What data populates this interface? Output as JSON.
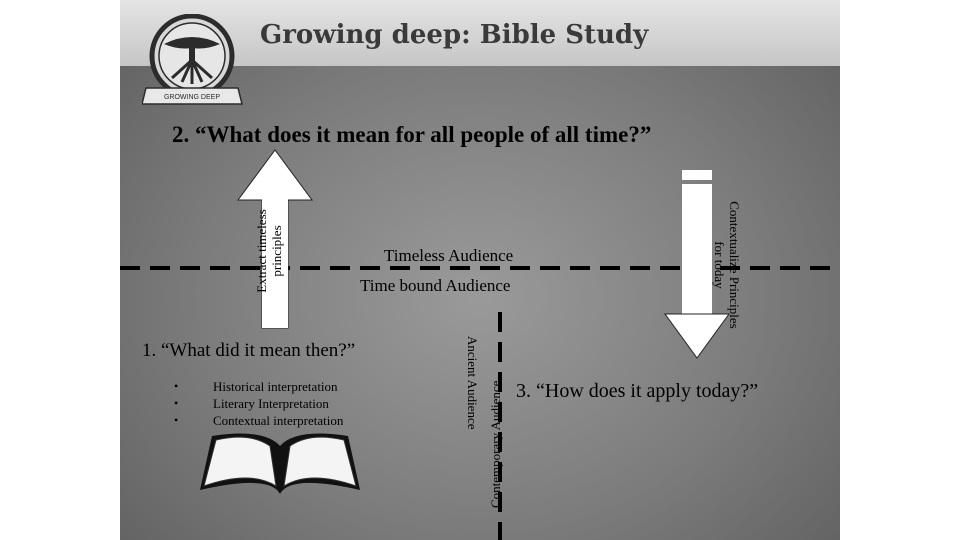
{
  "header": {
    "title": "Growing deep: Bible Study",
    "logo_text": "GROWING DEEP"
  },
  "questions": {
    "q2": "2. “What does it mean for all people of all time?”",
    "q1": "1. “What did it mean then?”",
    "q3": "3. “How does it apply today?”"
  },
  "audiences": {
    "timeless": "Timeless Audience",
    "time_bound": "Time bound Audience",
    "ancient": "Ancient Audience",
    "contemporary": "Contemporary Audience"
  },
  "arrows": {
    "up_label": "Extract timeless principles",
    "down_label": "Contextualize Principles for today"
  },
  "interpretations": [
    "Historical interpretation",
    "Literary Interpretation",
    "Contextual interpretation"
  ],
  "icons": {
    "logo": "tree-logo-icon",
    "book": "open-book-icon",
    "up_arrow": "up-arrow-icon",
    "down_arrow": "down-arrow-icon"
  },
  "colors": {
    "title_text": "#3a3a3a",
    "dashed_line": "#000000",
    "arrow_fill": "#ffffff"
  }
}
